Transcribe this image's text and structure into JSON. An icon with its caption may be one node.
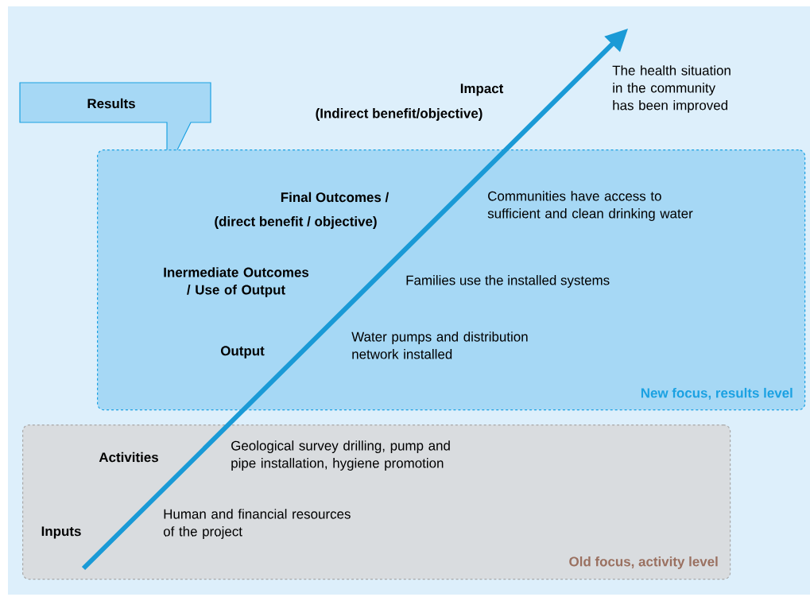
{
  "diagram": {
    "nodes": [
      {
        "text": [
          "Results"
        ]
      },
      {
        "text": [
          "New focus, results level"
        ]
      },
      {
        "text": [
          "Old focus, activity level"
        ]
      }
    ],
    "labels": [
      "Impact",
      "(Indirect benefit/objective)",
      "The health situation in the community has been improved",
      "Final Outcomes /",
      "(direct benefit / objective)",
      "Communities have access to sufficient and clean drinking water",
      "Inermediate Outcomes / Use of Output",
      "Families use the installed systems",
      "Output",
      "Water pumps and distribution network installed",
      "Activities",
      "Geological survey drilling, pump and pipe installation, hygiene promotion",
      "Inputs",
      "Human and financial resources of the project"
    ]
  }
}
